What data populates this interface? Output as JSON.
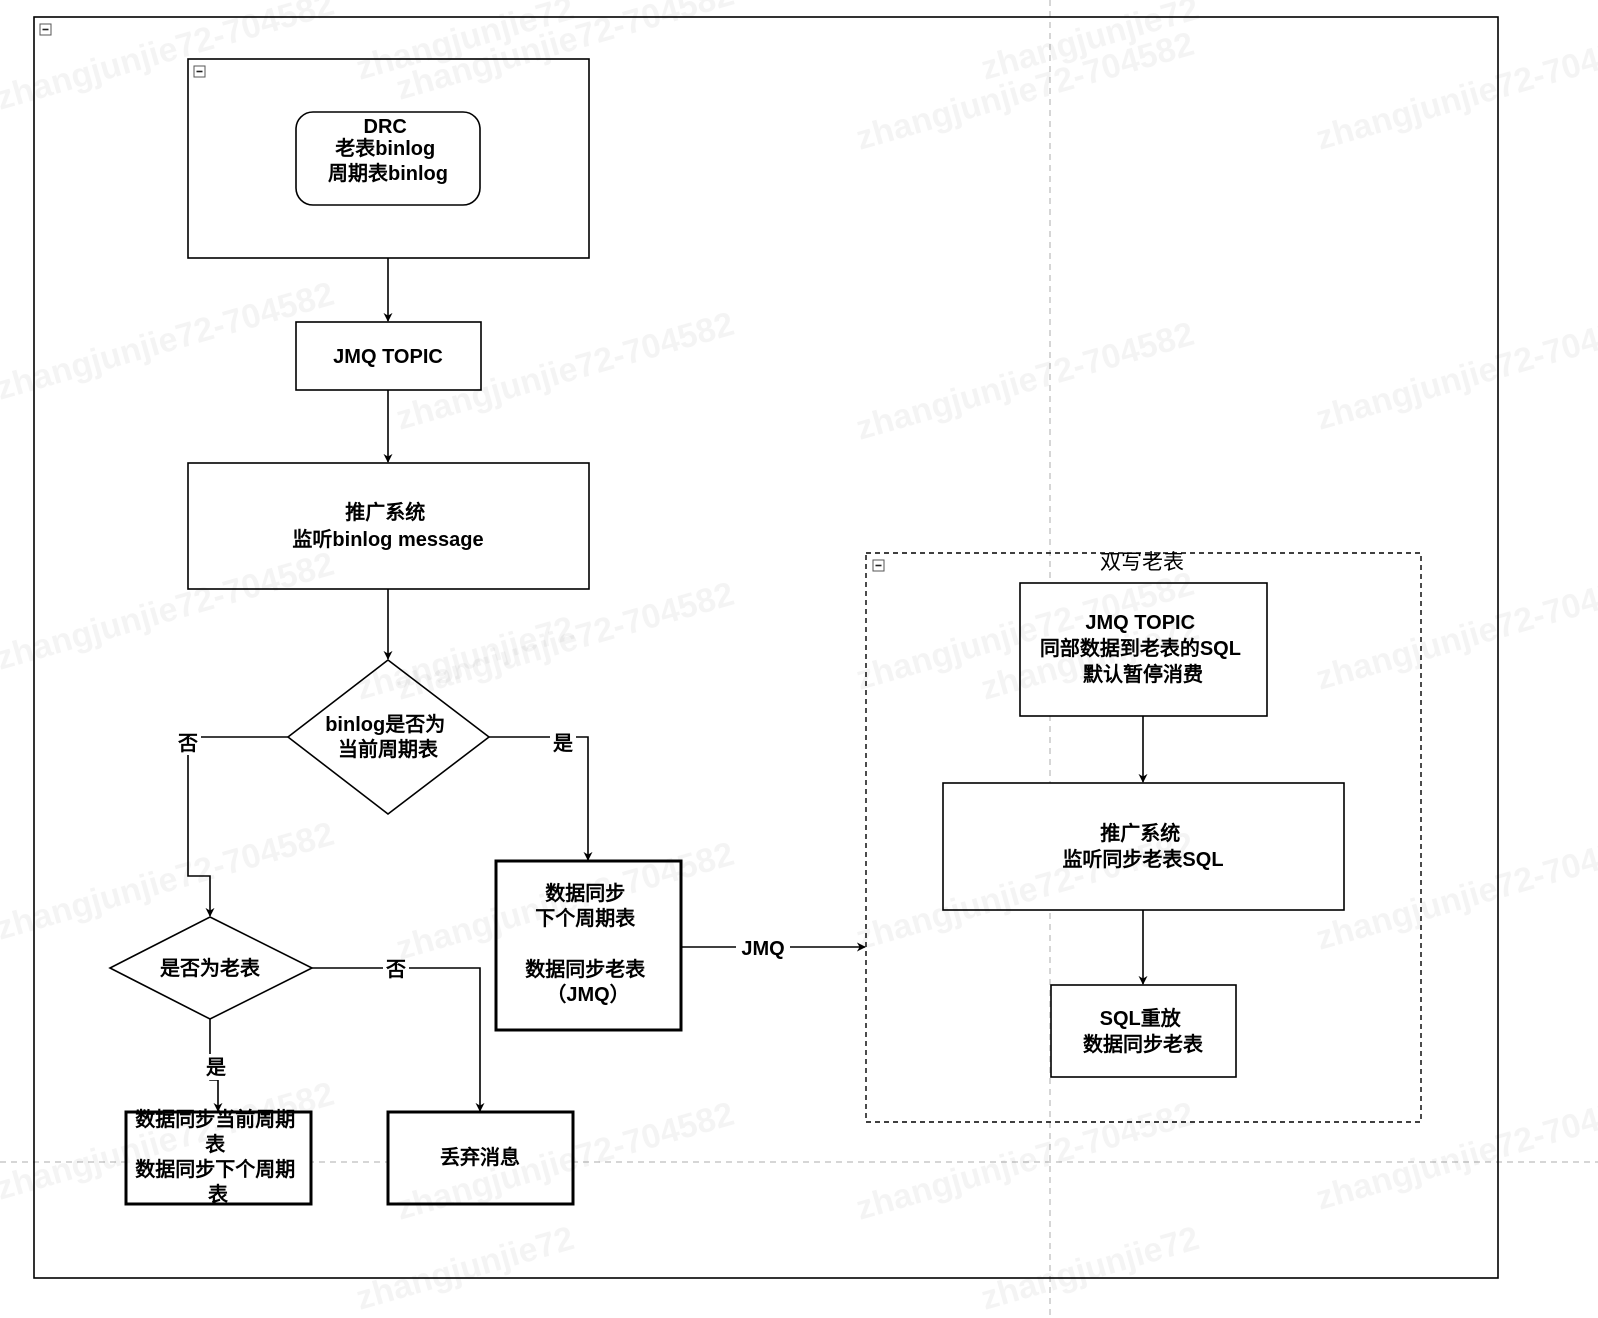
{
  "watermark": {
    "text": "zhangjunjie72",
    "id_text": "zhangjunjie72-704582"
  },
  "diagram": {
    "nodes": {
      "drc": [
        "DRC",
        "老表binlog",
        "周期表binlog"
      ],
      "jmq_topic": [
        "JMQ TOPIC"
      ],
      "promo_listen": [
        "推广系统",
        "监听binlog message"
      ],
      "is_current_period": [
        "binlog是否为",
        "当前周期表"
      ],
      "sync_next_period": [
        "数据同步",
        "下个周期表",
        "",
        "数据同步老表",
        "（JMQ）"
      ],
      "is_old_table": [
        "是否为老表"
      ],
      "sync_current_next": [
        "数据同步当前周期",
        "表",
        "数据同步下个周期",
        "表"
      ],
      "discard": [
        "丢弃消息"
      ],
      "dual_jmq_topic": [
        "JMQ TOPIC",
        "同部数据到老表的SQL",
        "默认暂停消费"
      ],
      "promo_listen_sql": [
        "推广系统",
        "监听同步老表SQL"
      ],
      "sql_replay": [
        "SQL重放",
        "数据同步老表"
      ]
    },
    "edge_labels": {
      "no_left": "否",
      "yes_right": "是",
      "jmq": "JMQ",
      "no_discard": "否",
      "yes_down": "是"
    },
    "group_title": "双写老表"
  }
}
